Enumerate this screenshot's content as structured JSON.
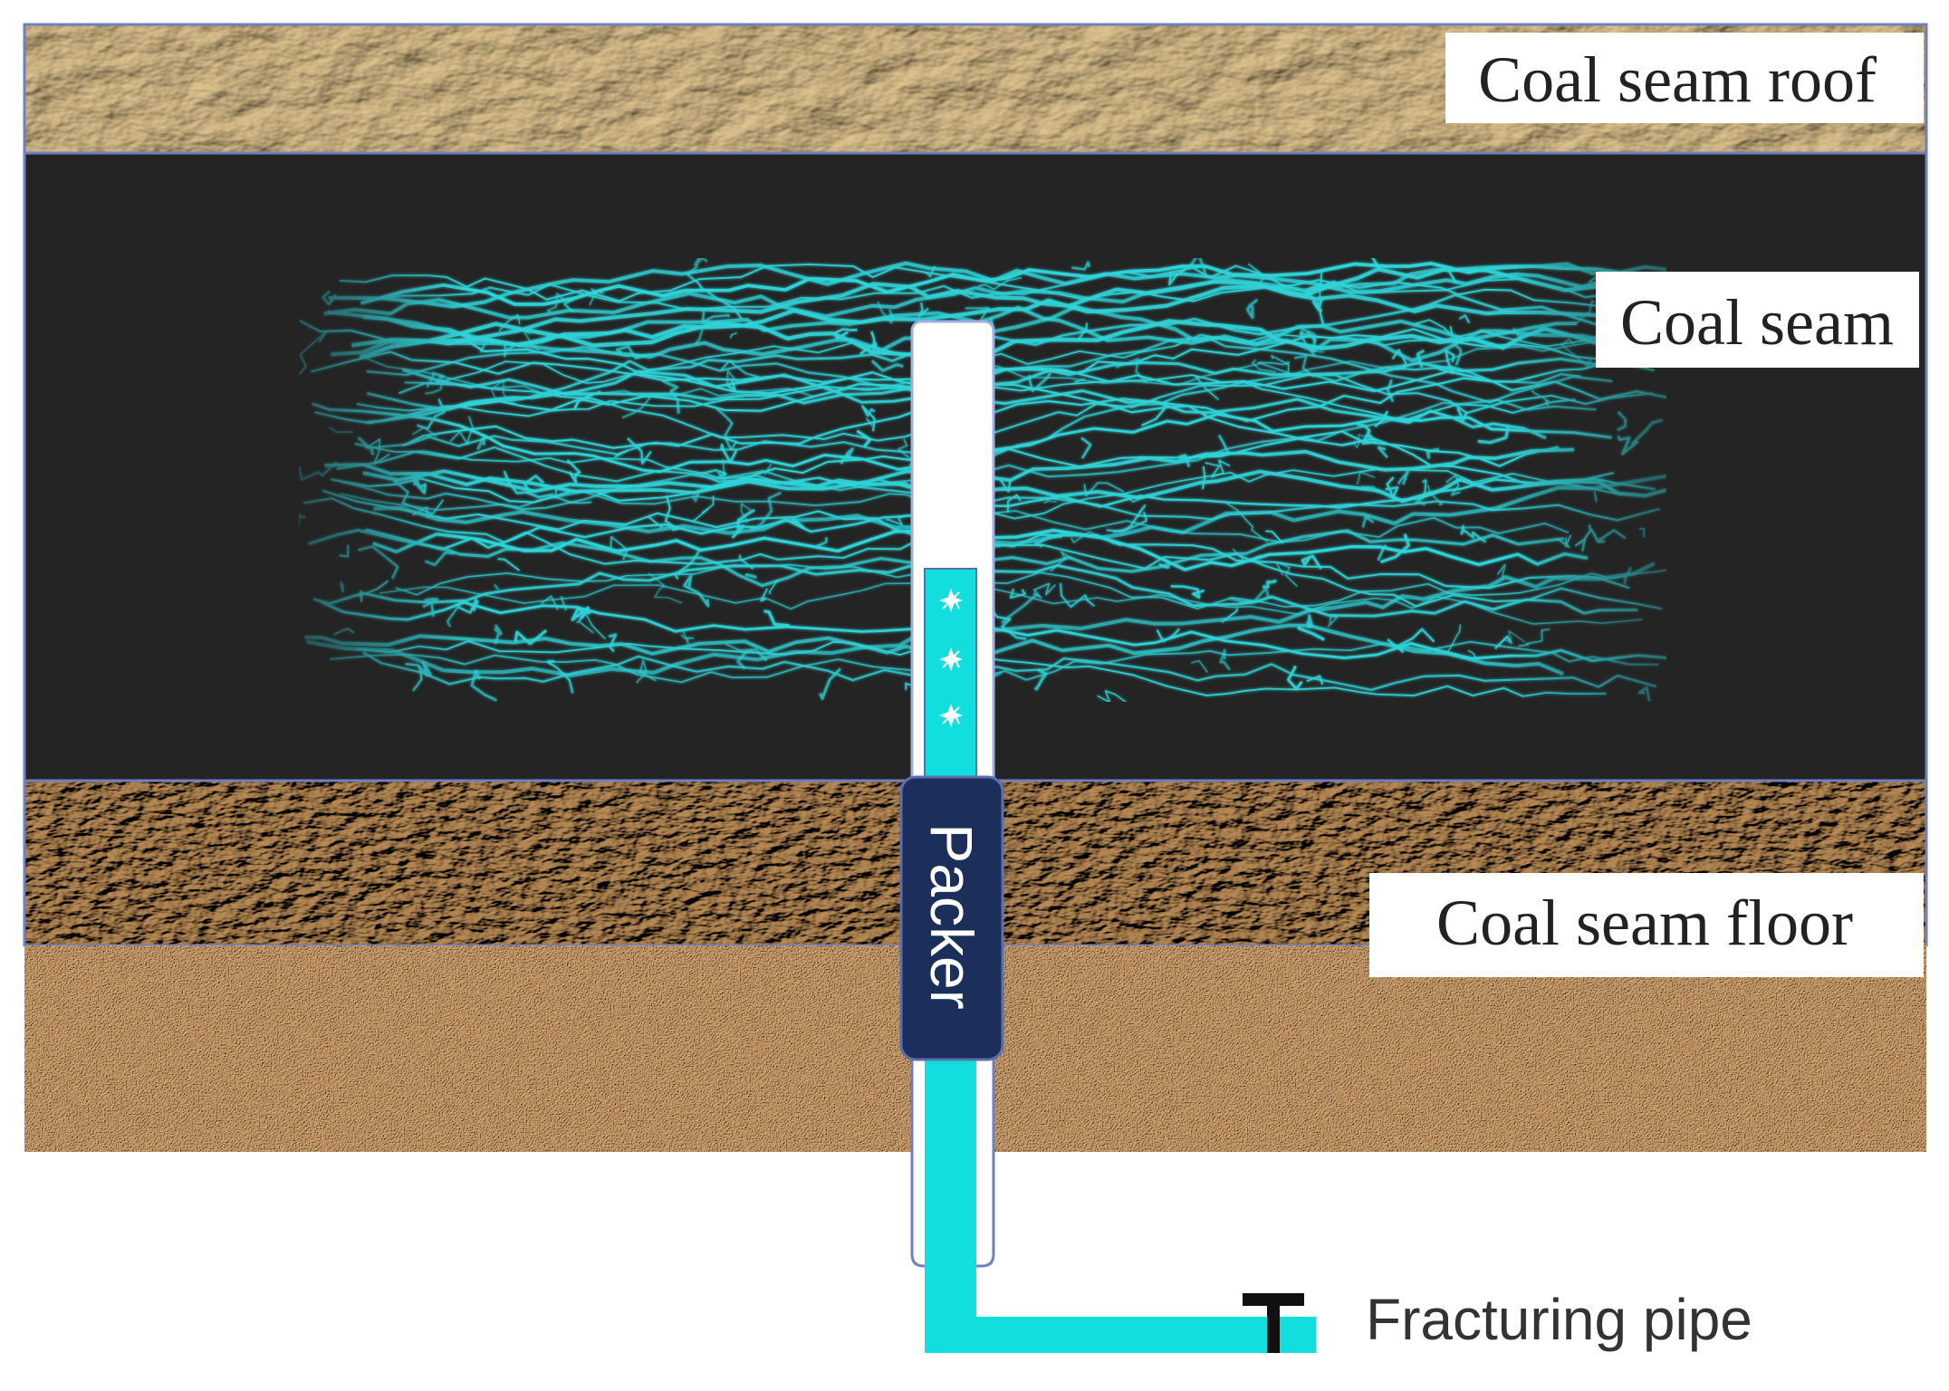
{
  "labels": {
    "roof": "Coal seam roof",
    "seam": "Coal seam",
    "floor": "Coal seam floor",
    "packer": "Packer",
    "pipe": "Fracturing pipe"
  },
  "colors": {
    "roof_rock": "#c8a772",
    "coal": "#242424",
    "fractures": "#2fd3d8",
    "floor_rock": "#8a6236",
    "base_sand": "#c99a66",
    "pipe": "#12dede",
    "packer": "#1b2f5a",
    "layer_border": "#6f7fc0"
  },
  "icons": {
    "perforation": "star-burst-icon",
    "valve": "t-valve-icon"
  }
}
